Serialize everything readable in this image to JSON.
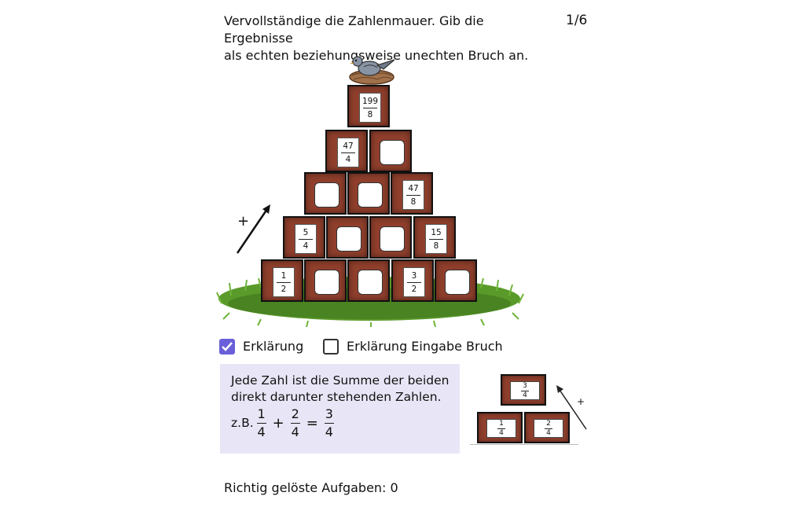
{
  "task": {
    "instruction_line1": "Vervollständige die Zahlenmauer. Gib die Ergebnisse",
    "instruction_line2": "als echten beziehungsweise unechten Bruch an.",
    "page_indicator": "1/6"
  },
  "wall": {
    "plus_sign": "+",
    "top": {
      "num": "199",
      "den": "8"
    },
    "row2_left": {
      "num": "47",
      "den": "4"
    },
    "row3_right": {
      "num": "47",
      "den": "8"
    },
    "row4_left": {
      "num": "5",
      "den": "4"
    },
    "row4_right": {
      "num": "15",
      "den": "8"
    },
    "row5_first": {
      "num": "1",
      "den": "2"
    },
    "row5_fourth": {
      "num": "3",
      "den": "2"
    }
  },
  "options": {
    "erklaerung_label": "Erklärung",
    "erklaerung_checked": true,
    "eingabe_label": "Erklärung Eingabe Bruch",
    "eingabe_checked": false
  },
  "explanation": {
    "line1": "Jede Zahl ist die Summe der beiden",
    "line2": "direkt darunter stehenden Zahlen.",
    "example_prefix": "z.B.",
    "a": {
      "num": "1",
      "den": "4"
    },
    "op_plus": "+",
    "b": {
      "num": "2",
      "den": "4"
    },
    "op_eq": "=",
    "c": {
      "num": "3",
      "den": "4"
    }
  },
  "mini_wall": {
    "plus_sign": "+",
    "top": {
      "num": "3",
      "den": "4"
    },
    "left": {
      "num": "1",
      "den": "4"
    },
    "right": {
      "num": "2",
      "den": "4"
    }
  },
  "status": {
    "solved_text": "Richtig gelöste Aufgaben: 0"
  },
  "colors": {
    "brick": "#8f3f2c",
    "checkbox_accent": "#6a5fd8",
    "explanation_bg": "#e8e6f6",
    "grass": "#5a9a2a"
  }
}
